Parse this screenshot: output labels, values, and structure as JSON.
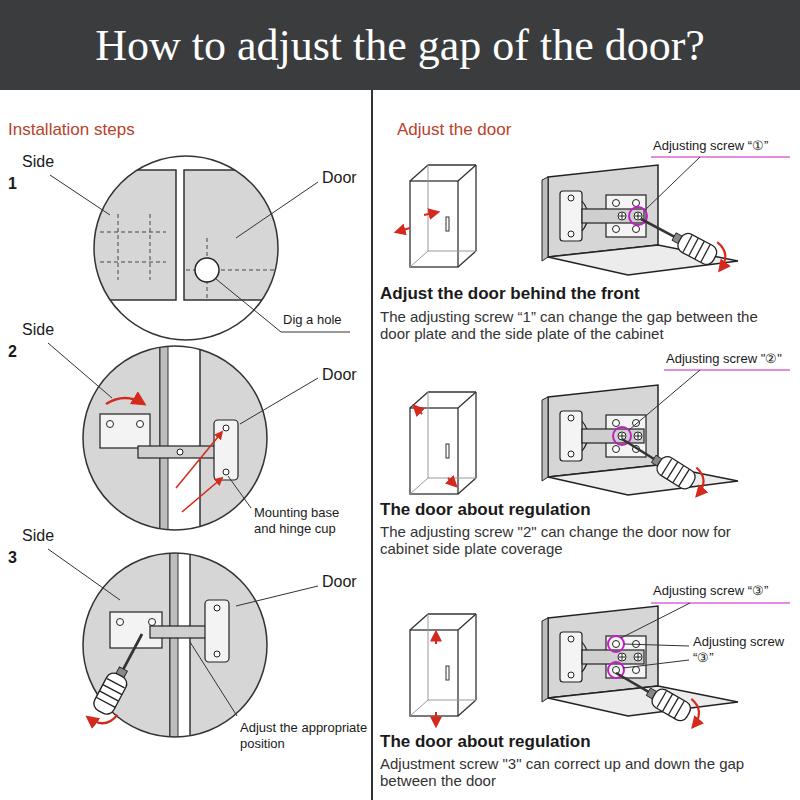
{
  "diagram": {
    "title": "How to adjust the gap of the door?",
    "labels": [
      "Installation steps",
      "Side",
      "1",
      "Door",
      "Dig a hole",
      "Side",
      "2",
      "Door",
      "Mounting base and hinge cup",
      "Side",
      "3",
      "Door",
      "Adjust the appropriate position",
      "Adjust the door",
      "Adjusting screw “①”",
      "Adjust the door behind the front",
      "The adjusting screw “1” can change the gap between the door plate and the side plate of the cabinet",
      "Adjusting screw \"②\"",
      "The door about regulation",
      "The adjusting screw \"2\" can change the door now for cabinet side plate coverage",
      "Adjusting screw “③”",
      "Adjusting screw “③”",
      "The door about regulation",
      "Adjustment screw \"3\" can correct up and down the gap between the door"
    ]
  }
}
